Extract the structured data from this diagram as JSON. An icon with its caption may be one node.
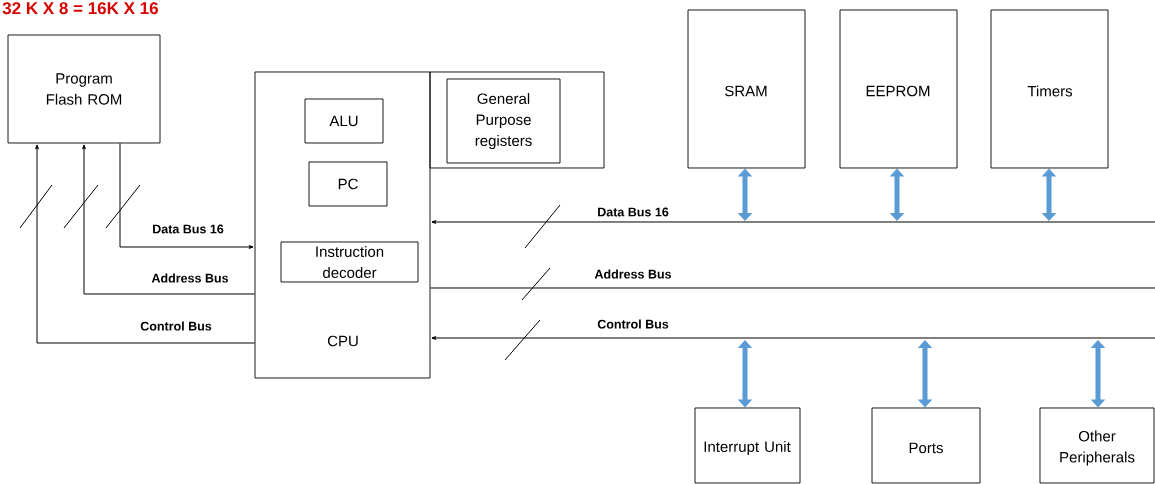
{
  "diagram": {
    "title": "32 K X 8 = 16K X 16",
    "nodes": [
      {
        "text": [
          "Program Flash ROM"
        ]
      },
      {
        "text": [
          "CPU"
        ]
      },
      {
        "text": [
          "ALU"
        ],
        "in": 1
      },
      {
        "text": [
          "PC"
        ],
        "in": 1
      },
      {
        "text": [
          "Instruction decoder"
        ],
        "in": 1
      },
      {
        "text": [],
        "shape": "box"
      },
      {
        "text": [
          "General Purpose registers"
        ],
        "in": 5
      },
      {
        "text": [
          "SRAM"
        ]
      },
      {
        "text": [
          "EEPROM"
        ]
      },
      {
        "text": [
          "Timers"
        ]
      },
      {
        "text": [
          "Interrupt Unit"
        ]
      },
      {
        "text": [
          "Ports"
        ]
      },
      {
        "text": [
          "Other Peripherals"
        ]
      }
    ],
    "edges": [
      {
        "from": 0,
        "to": 1,
        "arrow": "to",
        "label": "Data Bus 16"
      },
      {
        "from": 1,
        "to": 0,
        "arrow": "to",
        "label": "Address Bus"
      },
      {
        "from": 1,
        "to": 0,
        "arrow": "to",
        "label": "Control Bus"
      },
      {
        "from": null,
        "to": 1,
        "arrow": "to",
        "label": "Data Bus 16"
      },
      {
        "from": 1,
        "to": null,
        "arrow": "none",
        "label": "Address Bus"
      },
      {
        "from": null,
        "to": 1,
        "arrow": "to",
        "label": "Control Bus"
      },
      {
        "from": 7,
        "to": null,
        "arrow": "both",
        "style": "thick",
        "color": "#5b9bd5"
      },
      {
        "from": 8,
        "to": null,
        "arrow": "both",
        "style": "thick",
        "color": "#5b9bd5"
      },
      {
        "from": 9,
        "to": null,
        "arrow": "both",
        "style": "thick",
        "color": "#5b9bd5"
      },
      {
        "from": 10,
        "to": null,
        "arrow": "both",
        "style": "thick",
        "color": "#5b9bd5"
      },
      {
        "from": 11,
        "to": null,
        "arrow": "both",
        "style": "thick",
        "color": "#5b9bd5"
      },
      {
        "from": 12,
        "to": null,
        "arrow": "both",
        "style": "thick",
        "color": "#5b9bd5"
      }
    ]
  }
}
